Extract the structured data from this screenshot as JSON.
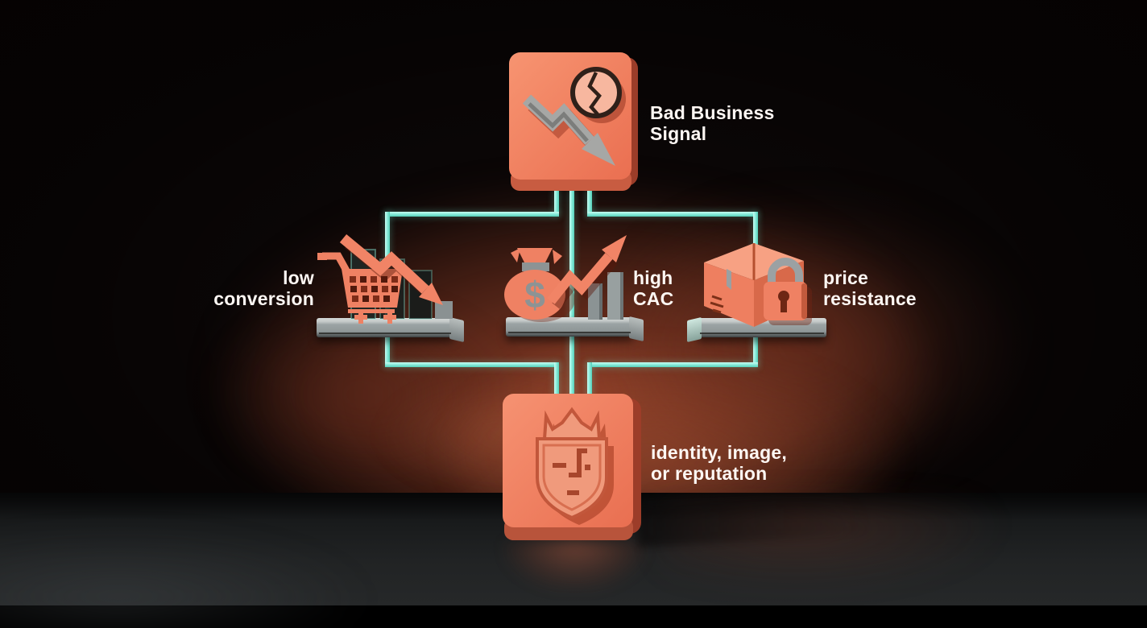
{
  "diagram": {
    "top_node": {
      "label_line1": "Bad Business",
      "label_line2": "Signal",
      "icon": "declining-arrow-cracked-coin-icon"
    },
    "branches": [
      {
        "label_line1": "low",
        "label_line2": "conversion",
        "icon": "shopping-cart-declining-arrow-icon"
      },
      {
        "label_line1": "high",
        "label_line2": "CAC",
        "icon": "money-bag-rising-arrow-icon"
      },
      {
        "label_line1": "price",
        "label_line2": "resistance",
        "icon": "package-box-padlock-icon"
      }
    ],
    "bottom_node": {
      "label_line1": "identity, image,",
      "label_line2": "or reputation",
      "icon": "crowned-shield-face-icon"
    },
    "dollar_glyph": "$"
  },
  "colors": {
    "accent_orange": "#ef8163",
    "orange_light": "#f7b79f",
    "orange_dark": "#9c3d29",
    "connector_teal": "#7fe9d6",
    "platform_gray": "#99a1a2",
    "metal_gray": "#a6a7a5",
    "text_white": "#fef7f3",
    "background_black": "#0a0606",
    "glow_brown": "#8a4430",
    "floor_charcoal": "#222425"
  }
}
